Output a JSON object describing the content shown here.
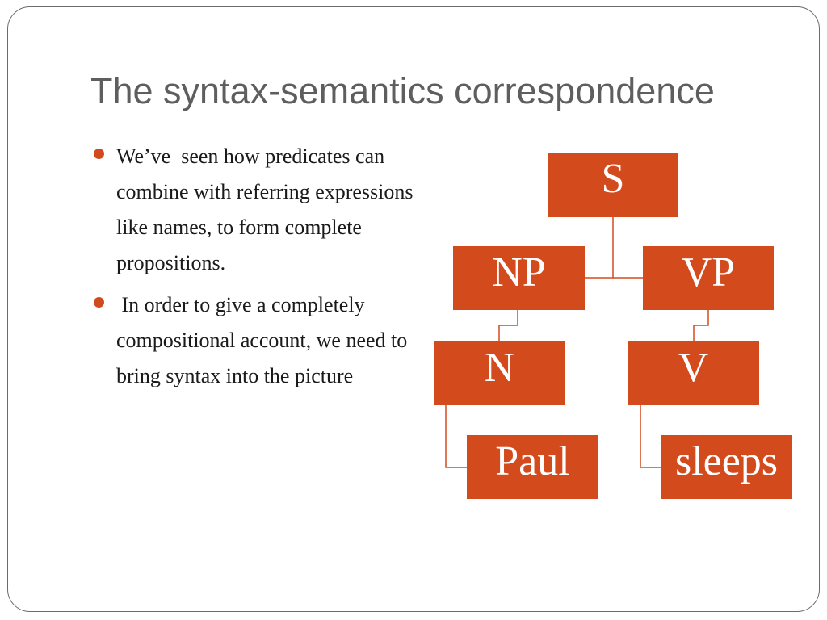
{
  "slide": {
    "title": "The syntax-semantics correspondence",
    "bullets": [
      "We’ve  seen how predicates can combine with referring expressions like names, to form complete propositions.",
      " In order to give a completely compositional account, we need to bring syntax into the picture"
    ]
  },
  "tree": {
    "s": "S",
    "np": "NP",
    "vp": "VP",
    "n": "N",
    "v": "V",
    "paul": "Paul",
    "sleeps": "sleeps"
  },
  "colors": {
    "node_fill": "#d34a1d",
    "node_text": "#ffffff",
    "connector": "#d34a1d",
    "bullet": "#d04a1e",
    "title": "#5e5e5e",
    "slide_border": "#6b6b6b"
  }
}
